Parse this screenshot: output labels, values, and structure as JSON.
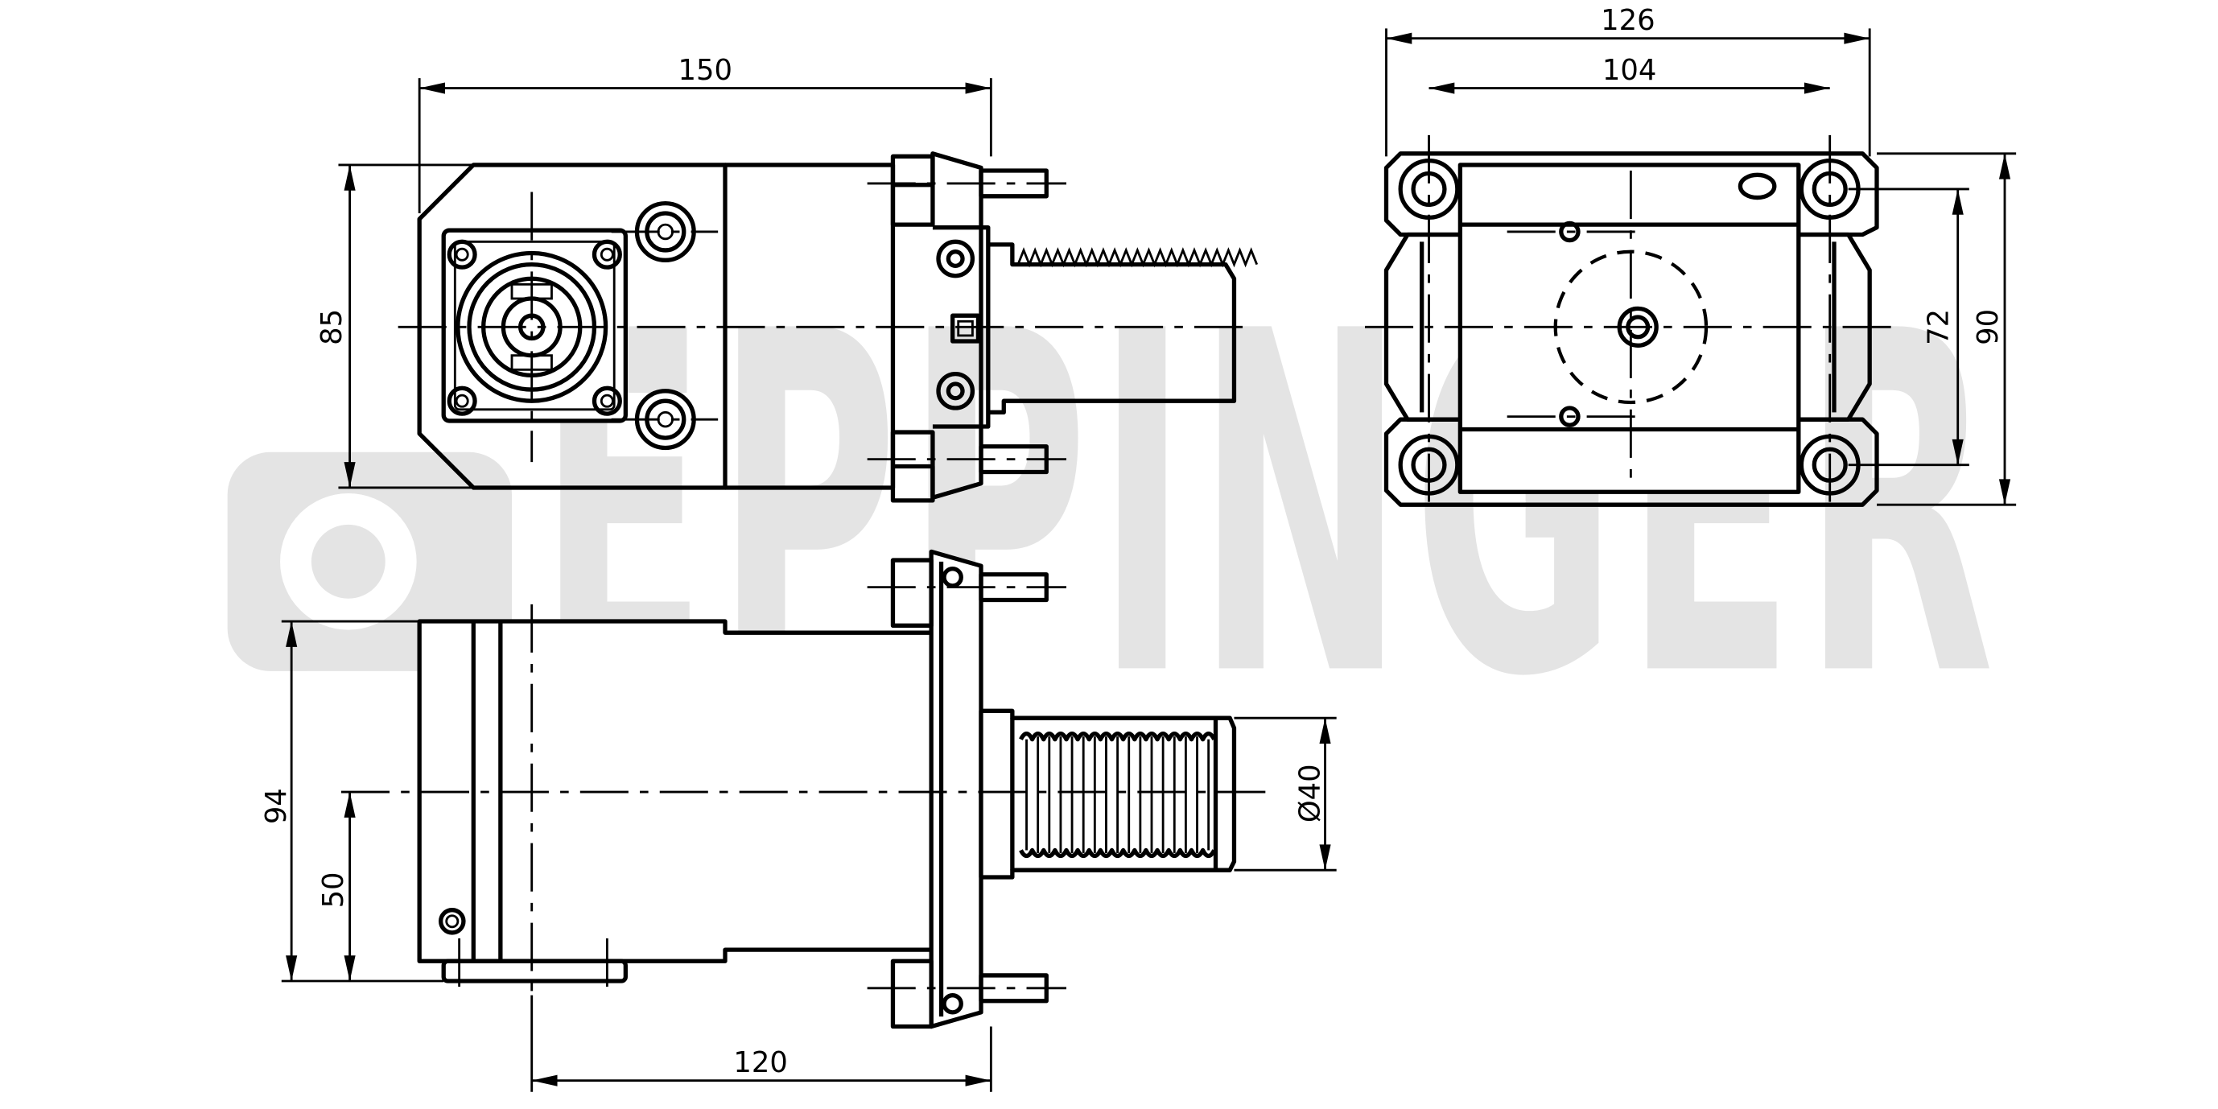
{
  "watermark": {
    "text": "EPPINGER"
  },
  "dimensions": {
    "front_width": "150",
    "front_height": "85",
    "end_outer_width": "126",
    "end_inner_width": "104",
    "end_inner_height": "72",
    "end_outer_height": "90",
    "side_height": "94",
    "side_axis_height": "50",
    "side_length": "120",
    "shank_diameter": "Ø40"
  }
}
